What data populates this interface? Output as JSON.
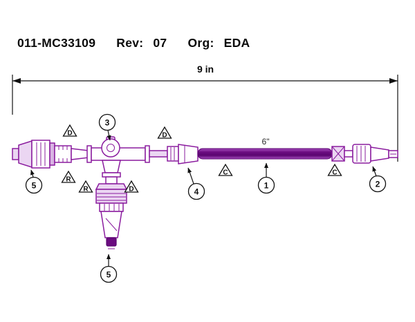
{
  "header": {
    "part_number": "011-MC33109",
    "rev_label": "Rev:",
    "rev_value": "07",
    "org_label": "Org:",
    "org_value": "EDA"
  },
  "dimension": {
    "overall_length_label": "9 in"
  },
  "labels": {
    "tube_length": "6\""
  },
  "callouts": {
    "tube": "1",
    "end_fitting": "2",
    "stopcock": "3",
    "tube_sleeve": "4",
    "left_connector": "5",
    "bottom_connector": "5"
  },
  "flags": {
    "D": "D",
    "R": "R",
    "C": "C"
  },
  "colors": {
    "drawing_line": "#8A1B9E",
    "tube_dark": "#5A0570",
    "annotation": "#111111",
    "background": "#FFFFFF"
  }
}
